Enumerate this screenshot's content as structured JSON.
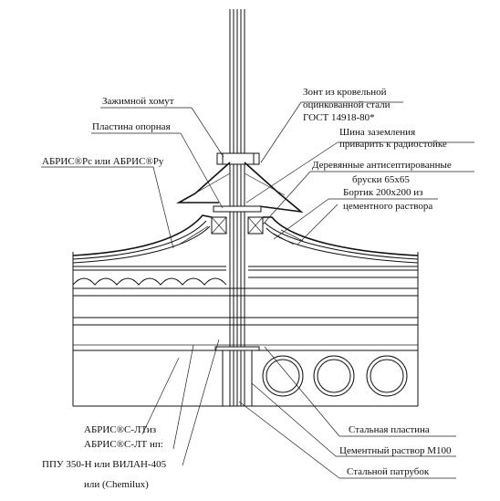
{
  "diagram": {
    "labels": {
      "clamp": "Зажимной хомут",
      "support_plate": "Пластина опорная",
      "abris_top": "АБРИС®Рс или  АБРИС®Ру",
      "umbrella_1": "Зонт из кровельной",
      "umbrella_2": "оцинкованной стали",
      "umbrella_3": "ГОСТ 14918-80*",
      "ground_1": "Шина заземления",
      "ground_2": "приварить к радиостойке",
      "bars_1": "Деревянные антисептированные",
      "bars_2": "бруски 65х65",
      "curb_1": "Бортик 200х200 из",
      "curb_2": "цементного раствора",
      "abris_bottom_1": "АБРИС®С-ЛТиз",
      "abris_bottom_2": "АБРИС®С-ЛТ нп:",
      "foam_1": "ППУ 350-Н или ВИЛАН-405",
      "foam_2": "или  (Chemilux)",
      "steel_plate": "Стальная пластина",
      "cement_mortar": "Цементный раствор М100",
      "steel_pipe": "Стальной патрубок"
    }
  }
}
